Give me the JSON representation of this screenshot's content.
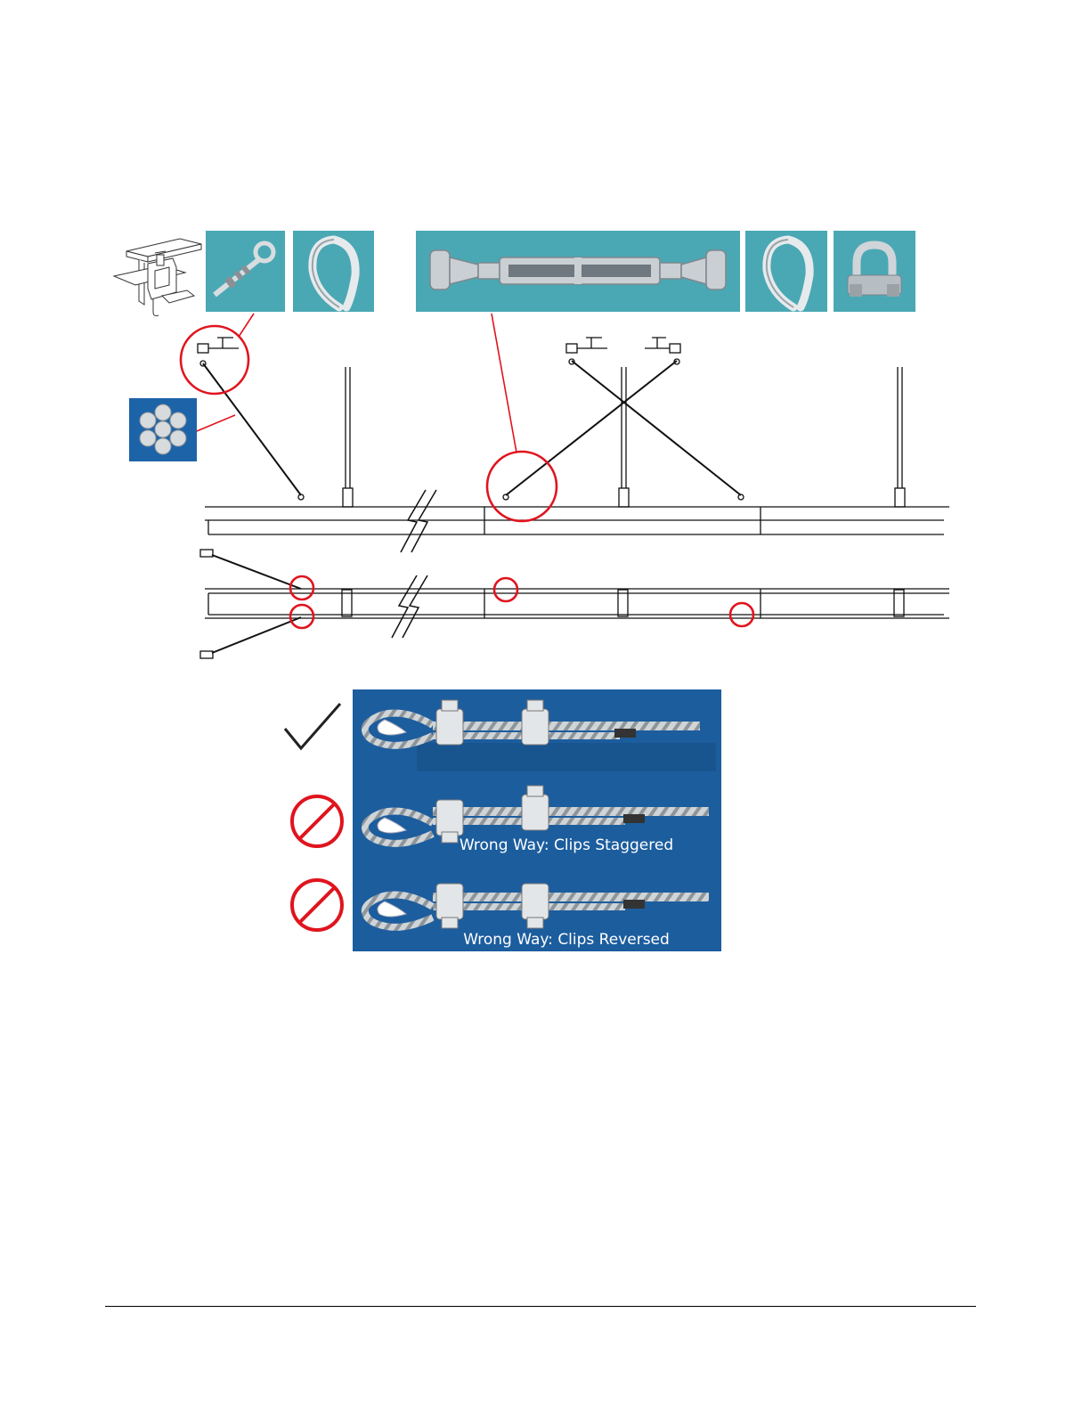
{
  "colors": {
    "highlight_red": "#e0141e",
    "photo_teal": "#4aa8b4",
    "photo_blue": "#1d63a8",
    "panel_blue": "#1c5d9e",
    "line_black": "#111111"
  },
  "top_row_items": [
    {
      "name": "beam-clamp-drawing"
    },
    {
      "name": "eye-bolt-photo"
    },
    {
      "name": "thimble-photo"
    },
    {
      "name": "turnbuckle-photo"
    },
    {
      "name": "thimble-photo-2"
    },
    {
      "name": "wire-rope-clip-photo"
    }
  ],
  "cross_section_photo": {
    "name": "wire-rope-cross-section-photo"
  },
  "clip_panel": {
    "right_way_label": "",
    "wrong_staggered_label": "Wrong Way: Clips Staggered",
    "wrong_reversed_label": "Wrong Way: Clips Reversed"
  },
  "status_icons": [
    {
      "name": "checkmark-icon"
    },
    {
      "name": "prohibited-icon"
    },
    {
      "name": "prohibited-icon"
    }
  ]
}
